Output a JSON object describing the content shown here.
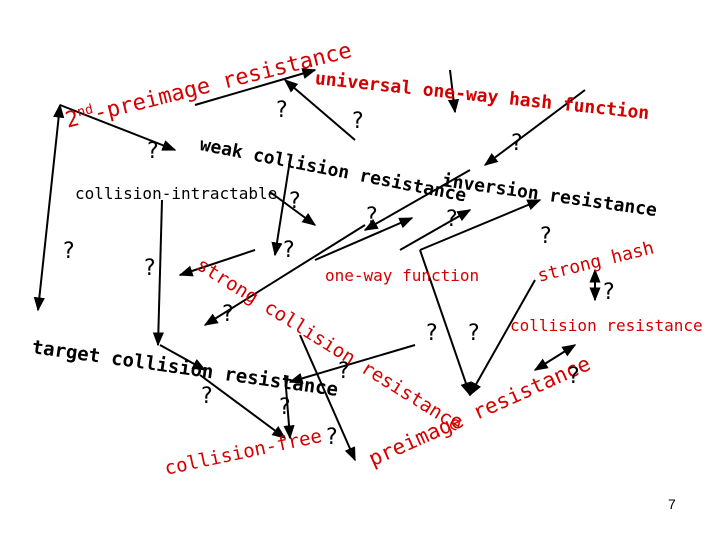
{
  "colors": {
    "term": "#d40000",
    "text": "#000000",
    "arrow": "#000000"
  },
  "terms": {
    "second_preimage": "2nd-preimage resistance",
    "universal_owhf": "universal one-way hash function",
    "weak_collision": "weak collision resistance",
    "inversion": "inversion resistance",
    "collision_intractable": "collision-intractable",
    "strong_collision": "strong collision resistance",
    "one_way_function": "one-way function",
    "strong_hash": "strong hash",
    "collision_resistance": "collision resistance",
    "target_collision": "target collision resistance",
    "preimage": "preimage resistance",
    "collision_free": "collision-free"
  },
  "question_mark": "?",
  "page_number": "7"
}
